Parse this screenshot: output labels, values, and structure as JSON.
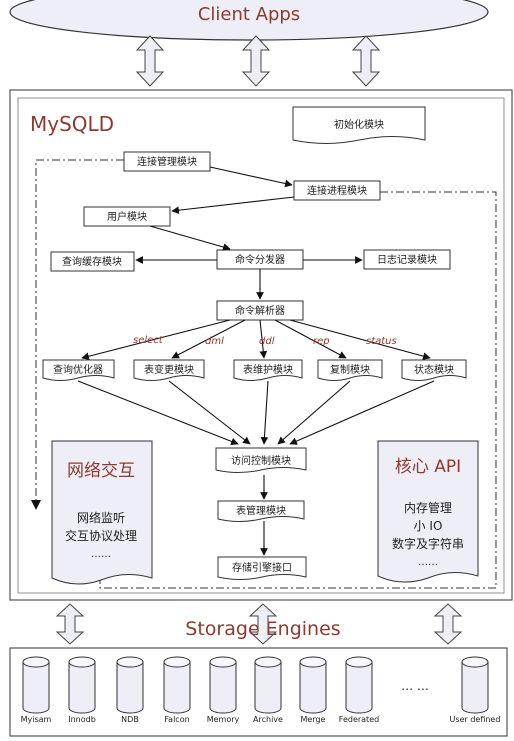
{
  "top": {
    "client_apps": "Client Apps"
  },
  "server": {
    "title": "MySQLD",
    "init_module": "初始化模块",
    "conn_manager": "连接管理模块",
    "conn_process": "连接进程模块",
    "user_module": "用户模块",
    "query_cache": "查询缓存模块",
    "cmd_dispatcher": "命令分发器",
    "log_module": "日志记录模块",
    "cmd_parser": "命令解析器",
    "labels": {
      "select": "select",
      "dml": "dml",
      "ddl": "ddl",
      "rep": "rep",
      "status": "status"
    },
    "optimizer": "查询优化器",
    "table_change": "表变更模块",
    "table_maint": "表维护模块",
    "replication": "复制模块",
    "status_module": "状态模块",
    "access_control": "访问控制模块",
    "table_manager": "表管理模块",
    "storage_interface": "存储引擎接口",
    "network": {
      "title": "网络交互",
      "line1": "网络监听",
      "line2": "交互协议处理",
      "dots": "……"
    },
    "core_api": {
      "title": "核心 API",
      "line1": "内存管理",
      "line2": "小 IO",
      "line3": "数字及字符串",
      "dots": "……"
    }
  },
  "storage": {
    "title": "Storage Engines",
    "engines": [
      "Myisam",
      "Innodb",
      "NDB",
      "Falcon",
      "Memory",
      "Archive",
      "Merge",
      "Federated",
      "User defined"
    ],
    "ellipsis": "…  …"
  }
}
